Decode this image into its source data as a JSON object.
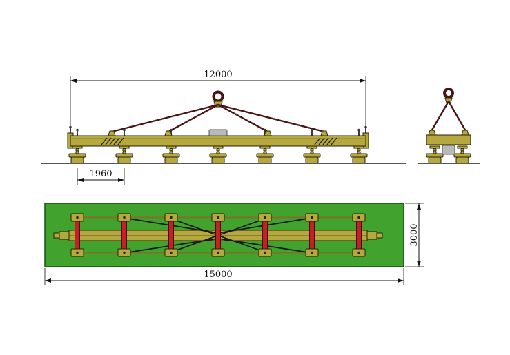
{
  "dimensions": {
    "beam_span": "12000",
    "magnet_pitch": "1960",
    "plate_length": "15000",
    "plate_width": "3000"
  },
  "structure": {
    "front_magnet_count": 7,
    "plan_station_count": 7,
    "plan_magnet_count": 14,
    "sling_cable_count": 4
  },
  "colors": {
    "beam_yellow": "#b5a83e",
    "plate_green": "#41a32d",
    "cable_maroon": "#4a1313",
    "crossbar_red": "#c32222",
    "equipment_gray": "#b9b9b9",
    "dimension_black": "#111111"
  }
}
